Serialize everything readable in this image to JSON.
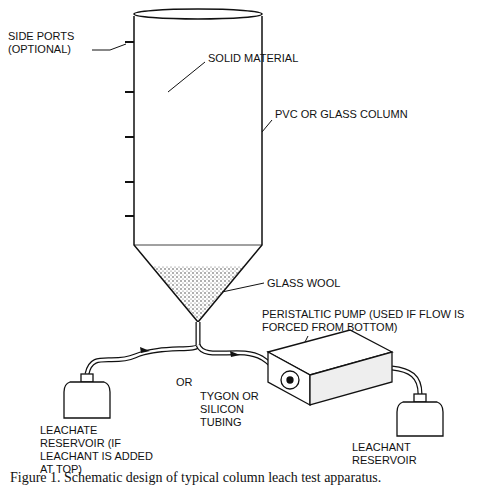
{
  "diagram": {
    "caption": "Figure 1. Schematic design of typical column leach test apparatus.",
    "labels": [
      "SIDE PORTS (OPTIONAL)",
      "SOLID MATERIAL",
      "PVC OR GLASS COLUMN",
      "PERISTALTIC PUMP (USED IF FLOW IS FORCED FROM BOTTOM)",
      "GLASS WOOL",
      "OR",
      "TYGON OR SILICON TUBING",
      "LEACHATE RESERVOIR (IF LEACHANT IS ADDED AT TOP)",
      "LEACHANT RESERVOIR"
    ]
  }
}
